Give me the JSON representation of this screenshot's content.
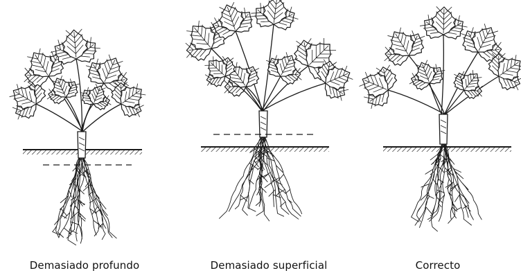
{
  "figure": {
    "panels": [
      {
        "caption": "Demasiado profundo"
      },
      {
        "caption": "Demasiado superficial"
      },
      {
        "caption": "Correcto"
      }
    ]
  },
  "colors": {
    "ink": "#1a1a1a",
    "leaf_fill": "#ffffff",
    "background": "#ffffff"
  },
  "icons": {
    "plant": "strawberry-plant-icon",
    "soil": "soil-surface-icon",
    "roots": "root-system-icon"
  }
}
